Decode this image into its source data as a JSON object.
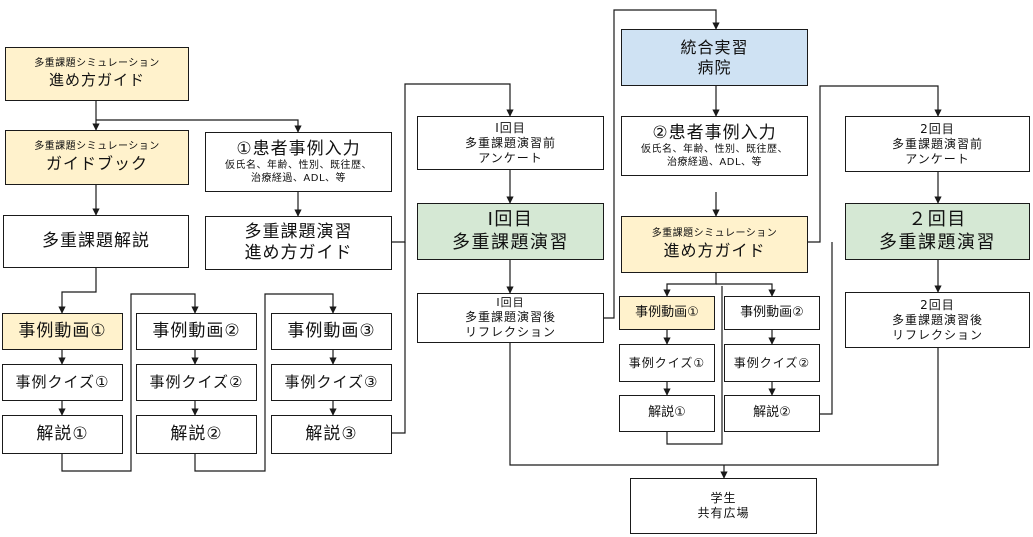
{
  "boxes": {
    "guide_top": {
      "line1": "多重課題シミュレーション",
      "line2": "進め方ガイド"
    },
    "guidebook": {
      "line1": "多重課題シミュレーション",
      "line2": "ガイドブック"
    },
    "patient_input_1": {
      "line1": "①患者事例入力",
      "line2": "仮氏名、年齢、性別、既往歴、",
      "line3": "治療経過、ADL、等"
    },
    "commentary": {
      "line1": "多重課題解説"
    },
    "practice_guide_1": {
      "line1": "多重課題演習",
      "line2": "進め方ガイド"
    },
    "video_1": {
      "line1": "事例動画①"
    },
    "video_2": {
      "line1": "事例動画②"
    },
    "video_3": {
      "line1": "事例動画③"
    },
    "quiz_1": {
      "line1": "事例クイズ①"
    },
    "quiz_2": {
      "line1": "事例クイズ②"
    },
    "quiz_3": {
      "line1": "事例クイズ③"
    },
    "expl_1": {
      "line1": "解説①"
    },
    "expl_2": {
      "line1": "解説②"
    },
    "expl_3": {
      "line1": "解説③"
    },
    "pre_survey_1": {
      "line1": "Ⅰ回目",
      "line2": "多重課題演習前",
      "line3": "アンケート"
    },
    "practice_1": {
      "line1": "Ⅰ回目",
      "line2": "多重課題演習"
    },
    "reflection_1": {
      "line1": "Ⅰ回目",
      "line2": "多重課題演習後",
      "line3": "リフレクション"
    },
    "practicum": {
      "line1": "統合実習",
      "line2": "病院"
    },
    "patient_input_2": {
      "line1": "②患者事例入力",
      "line2": "仮氏名、年齢、性別、既往歴、",
      "line3": "治療経過、ADL、等"
    },
    "guide_mid": {
      "line1": "多重課題シミュレーション",
      "line2": "進め方ガイド"
    },
    "video_a": {
      "line1": "事例動画①"
    },
    "video_b": {
      "line1": "事例動画②"
    },
    "quiz_a": {
      "line1": "事例クイズ①"
    },
    "quiz_b": {
      "line1": "事例クイズ②"
    },
    "expl_a": {
      "line1": "解説①"
    },
    "expl_b": {
      "line1": "解説②"
    },
    "pre_survey_2": {
      "line1": "2回目",
      "line2": "多重課題演習前",
      "line3": "アンケート"
    },
    "practice_2": {
      "line1": "２回目",
      "line2": "多重課題演習"
    },
    "reflection_2": {
      "line1": "2回目",
      "line2": "多重課題演習後",
      "line3": "リフレクション"
    },
    "forum": {
      "line1": "学生",
      "line2": "共有広場"
    }
  },
  "colors": {
    "yellow": "#fff2cc",
    "green": "#d5e8d4",
    "blue": "#cfe2f3",
    "line": "#1a1a1a"
  }
}
